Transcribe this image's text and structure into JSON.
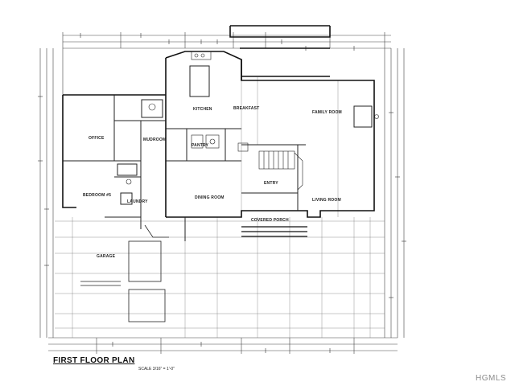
{
  "plan": {
    "title": "FIRST FLOOR PLAN",
    "scale": "SCALE 3/16\" = 1'-0\"",
    "rooms": {
      "kitchen": "KITCHEN",
      "breakfast": "BREAKFAST",
      "family_room": "FAMILY ROOM",
      "office": "OFFICE",
      "mudroom": "MUDROOM",
      "pantry": "PANTRY",
      "bedroom": "BEDROOM #5",
      "laundry": "LAUNDRY",
      "dining_room": "DINING ROOM",
      "entry": "ENTRY",
      "living_room": "LIVING ROOM",
      "porch": "COVERED PORCH",
      "garage": "GARAGE"
    }
  },
  "watermark": "HGMLS"
}
